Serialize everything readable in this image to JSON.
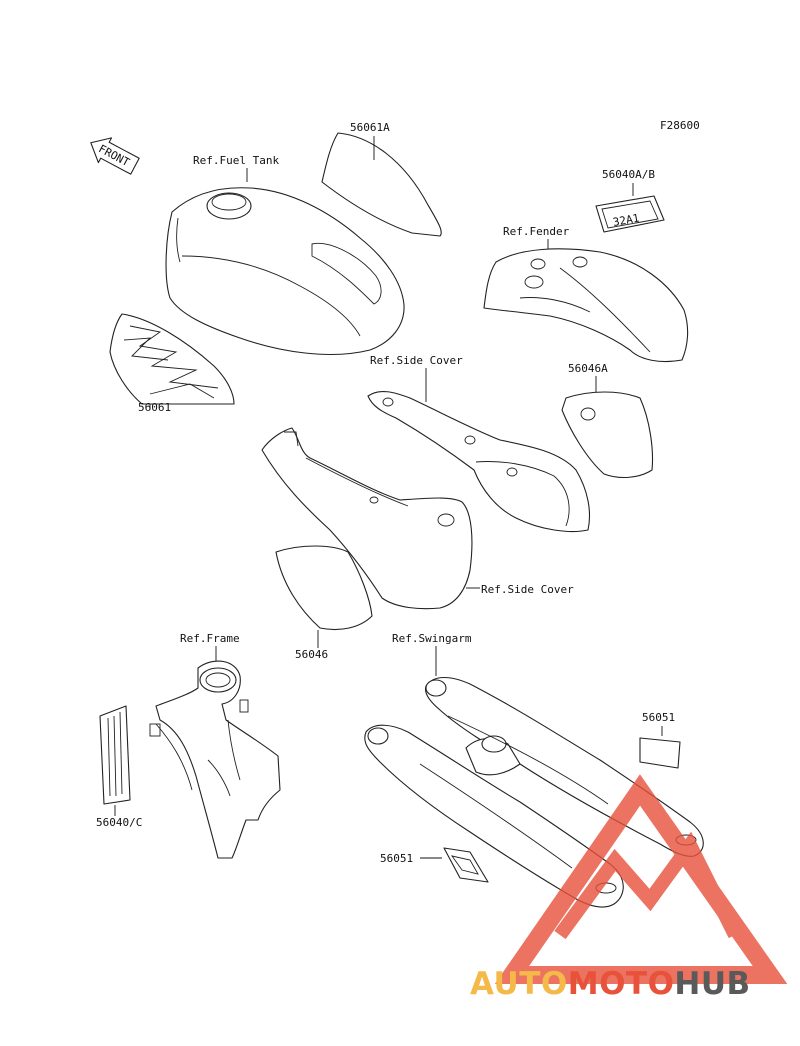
{
  "figure_id": "F28600",
  "front_arrow": "FRONT",
  "callouts": {
    "p56061a": "56061A",
    "ref_fuel_tank": "Ref.Fuel Tank",
    "p56040ab": "56040A/B",
    "ref_fender": "Ref.Fender",
    "p56061": "56061",
    "ref_side_cover_top": "Ref.Side Cover",
    "p56046a": "56046A",
    "ref_side_cover_bottom": "Ref.Side Cover",
    "p56046": "56046",
    "ref_frame": "Ref.Frame",
    "ref_swingarm": "Ref.Swingarm",
    "p56051_right": "56051",
    "p56040c": "56040/C",
    "p56051_left": "56051"
  },
  "decal_text": "32A1",
  "watermark": {
    "part1": "AUTO",
    "part2": "MOTO",
    "part3": "HUB",
    "color1": "#f5b94a",
    "color2": "#e8513a",
    "color3": "#5a5a5a"
  }
}
